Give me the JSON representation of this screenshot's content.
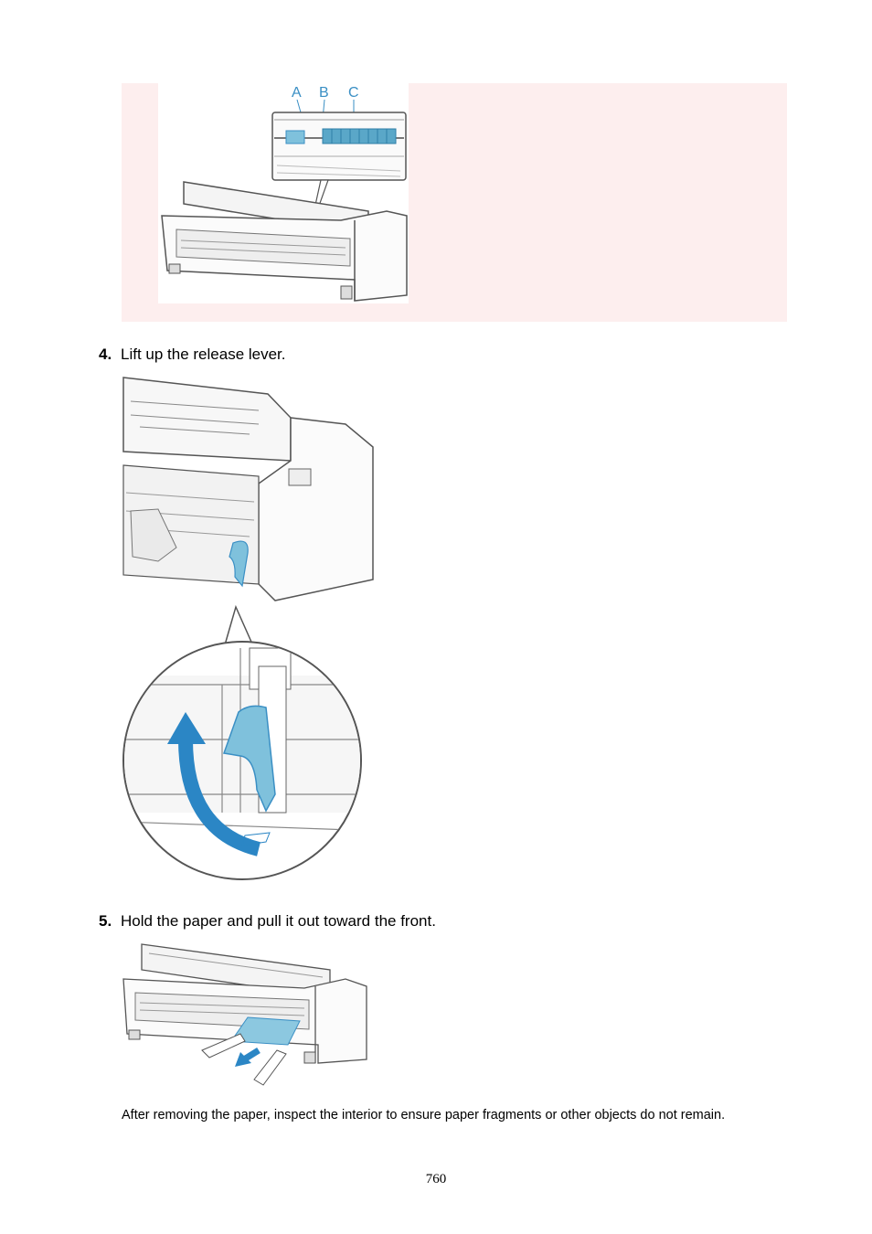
{
  "figure1": {
    "callout_labels": [
      "A",
      "B",
      "C"
    ],
    "colors": {
      "accent_blue": "#5aa7c8",
      "label_blue": "#3a8fc4",
      "line": "#555555"
    }
  },
  "steps": [
    {
      "number": "4.",
      "text": "Lift up the release lever."
    },
    {
      "number": "5.",
      "text": "Hold the paper and pull it out toward the front."
    }
  ],
  "figure2": {
    "colors": {
      "lever_blue": "#7fc1dc",
      "arrow_blue": "#2b86c5"
    }
  },
  "figure3": {
    "colors": {
      "paper_blue": "#8cc8e0",
      "arrow_blue": "#2b86c5"
    }
  },
  "caption": "After removing the paper, inspect the interior to ensure paper fragments or other objects do not remain.",
  "page_number": "760"
}
